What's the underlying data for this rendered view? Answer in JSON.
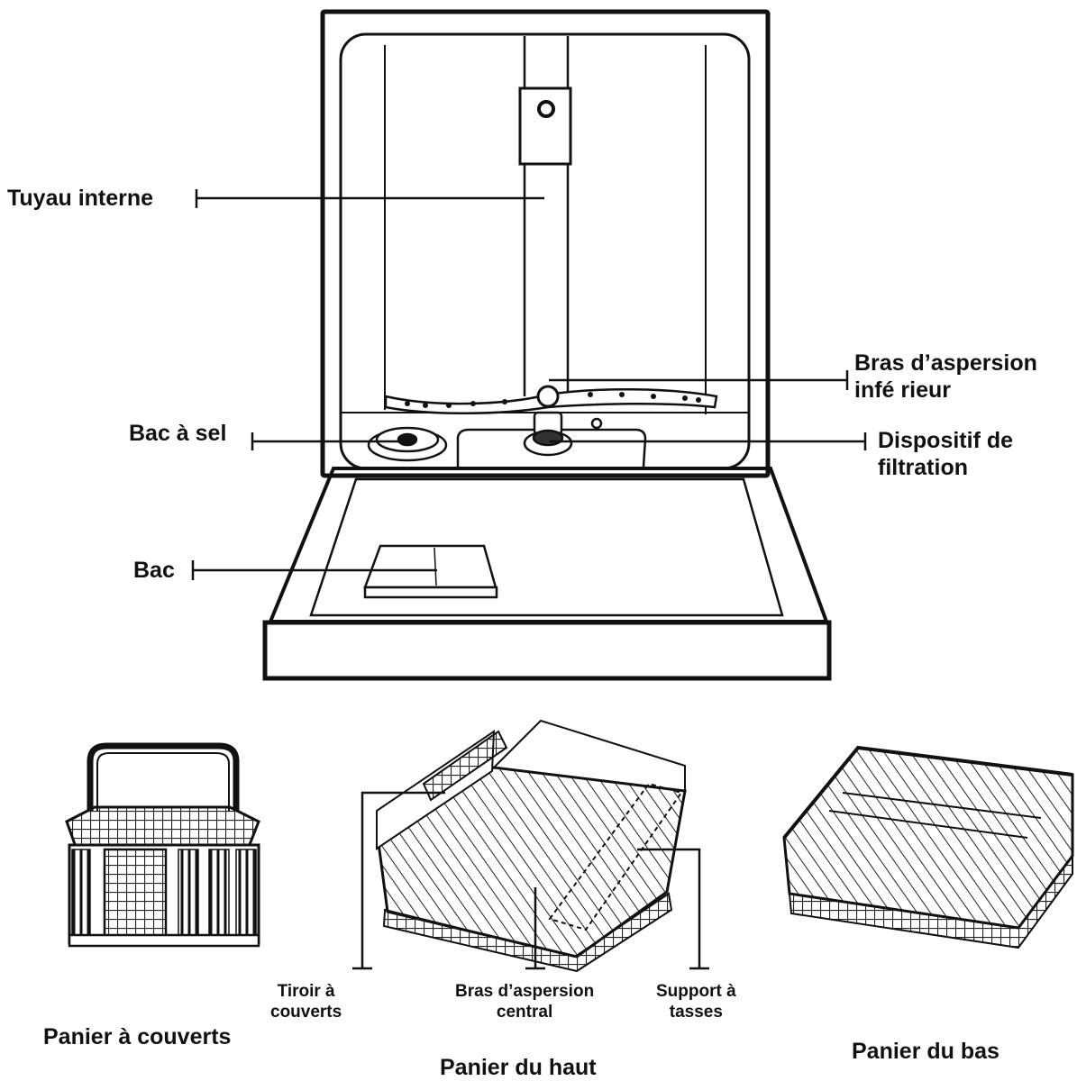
{
  "labels": {
    "tuyau_interne": "Tuyau interne",
    "bras_inferieur": [
      "Bras d’aspersion",
      "infé rieur"
    ],
    "bac_a_sel": "Bac à  sel",
    "dispositif_filtration": [
      "Dispositif de",
      "filtration"
    ],
    "bac": "Bac",
    "tiroir_couverts": [
      "Tiroir à",
      "couverts"
    ],
    "bras_central": [
      "Bras d’aspersion",
      "central"
    ],
    "support_tasses": [
      "Support à",
      "tasses"
    ],
    "panier_couverts": "Panier à  couverts",
    "panier_haut": "Panier du haut",
    "panier_bas": "Panier du bas"
  }
}
